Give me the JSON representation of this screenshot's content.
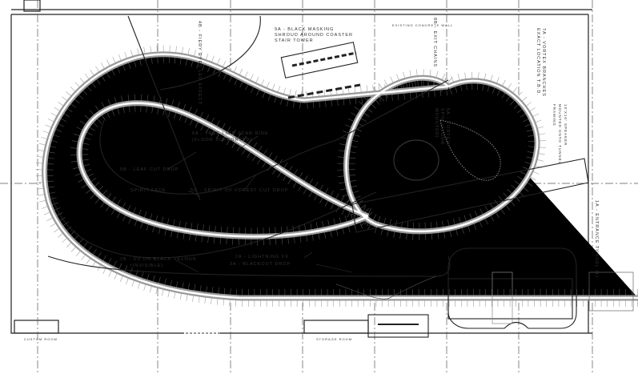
{
  "drawing": {
    "title": "Coaster show scene layout plan",
    "labels": {
      "fiery_eyes": "4B - Fiery Eyes LED Effect",
      "black_masking": "9A - Black Masking Shroud Around Coaster Stair Tower",
      "exit_chains": "8B - Exit Chains",
      "vortex_branches": "7A - Vortex Branches Exact Location T.B.D.",
      "speaker": "10'x10' Speaker Mounted Onto Tunnel Framing",
      "vortex_spin": "6A - Vortex Spin (Floor Mounted)",
      "tree_limb": "5A - Tree Limb Scar Ride",
      "floor_supported": "(Floor Supported)",
      "leaf_cut_drop": "5B - Leaf Cut Drop",
      "spirit_face": "Spirit Face",
      "spirit_forest": "5C - Spirit of Forest Cut Drop",
      "uv_velour": "2B - UV on Black Velour",
      "invisible": "(Invisible)",
      "lightning": "2A - Lightning FX",
      "blackout": "3A - Blackout Drop",
      "entrance_tunnel": "1A - Entrance Tunnel (1)",
      "room_left": "Custom Room",
      "room_mid": "Storage Room",
      "concrete_note": "Existing Concrete Wall"
    }
  }
}
